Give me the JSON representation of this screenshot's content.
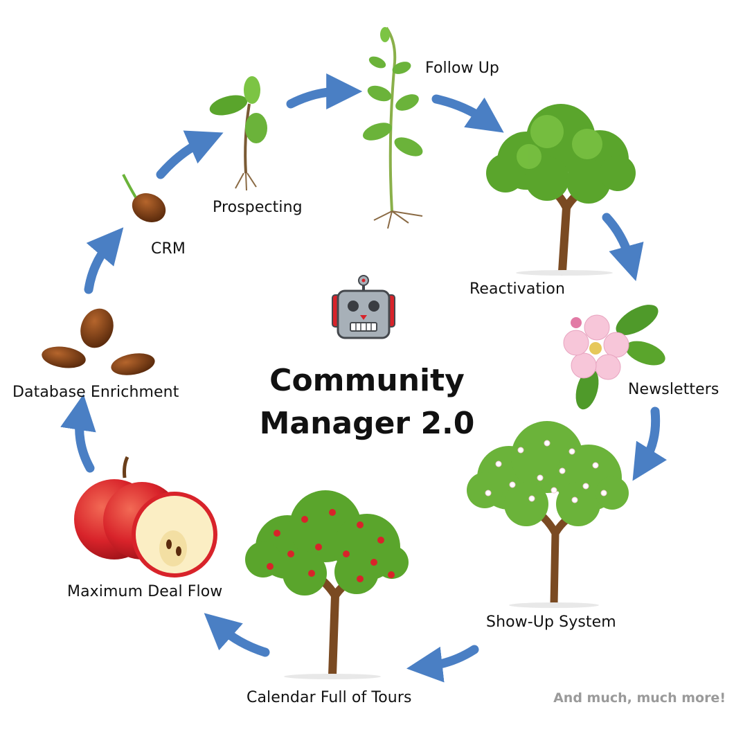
{
  "title_line1": "Community",
  "title_line2": "Manager 2.0",
  "footer_note": "And much, much more!",
  "stages": [
    {
      "label": "CRM",
      "icon": "seed-sprouting-icon"
    },
    {
      "label": "Prospecting",
      "icon": "seedling-icon"
    },
    {
      "label": "Follow Up",
      "icon": "young-plant-icon"
    },
    {
      "label": "Reactivation",
      "icon": "tree-icon"
    },
    {
      "label": "Newsletters",
      "icon": "apple-blossom-icon"
    },
    {
      "label": "Show-Up System",
      "icon": "flowering-tree-icon"
    },
    {
      "label": "Calendar Full of Tours",
      "icon": "fruit-tree-icon"
    },
    {
      "label": "Maximum Deal Flow",
      "icon": "apple-icon"
    },
    {
      "label": "Database Enrichment",
      "icon": "seeds-icon"
    }
  ],
  "colors": {
    "arrow": "#4a7fc4",
    "leaf": "#6bb33a",
    "trunk": "#7a4a22",
    "seed": "#7a3d16",
    "blossom": "#f7c6d9",
    "apple": "#d8232a",
    "robot": "#a7b0b8"
  }
}
